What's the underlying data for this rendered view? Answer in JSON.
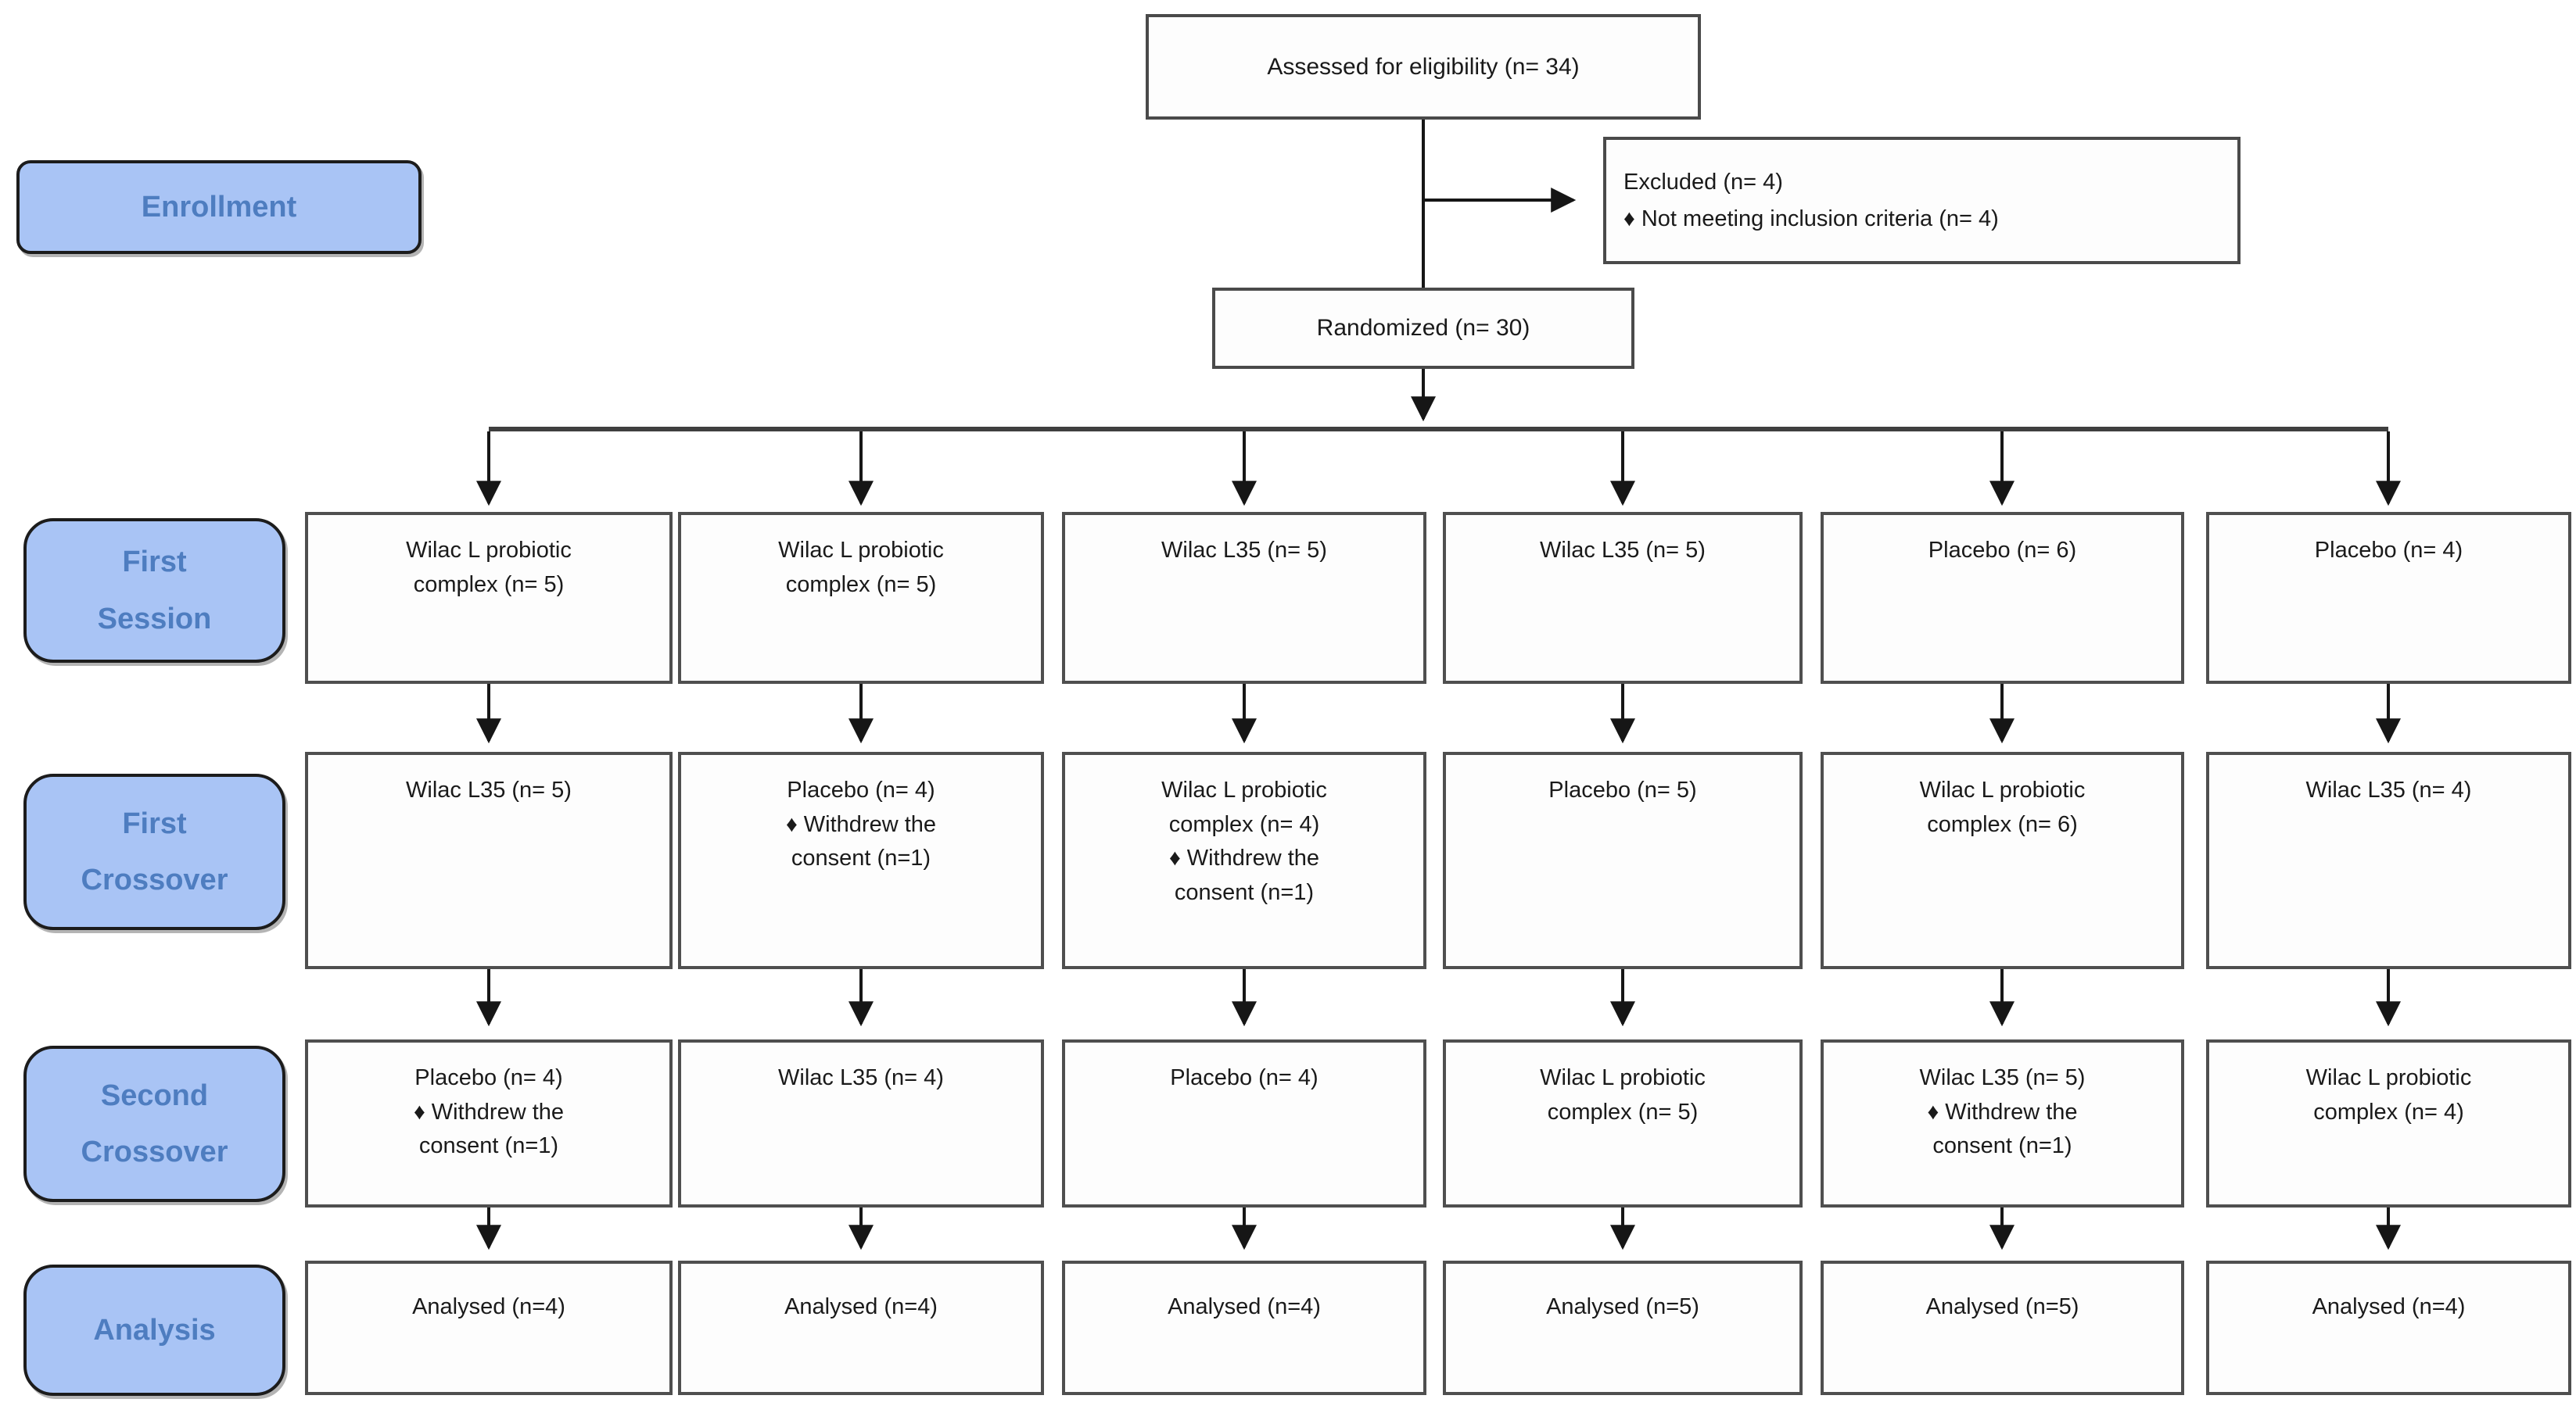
{
  "flow": {
    "assessed": "Assessed for eligibility (n= 34)",
    "excluded": {
      "title": "Excluded (n= 4)",
      "bullet": "♦  Not meeting inclusion criteria (n= 4)"
    },
    "randomized": "Randomized (n= 30)"
  },
  "stage_labels": {
    "enrollment": "Enrollment",
    "first_session": "First\nSession",
    "first_crossover": "First\nCrossover",
    "second_crossover": "Second\nCrossover",
    "analysis": "Analysis"
  },
  "rows": {
    "first_session": [
      {
        "main": "Wilac L probiotic complex (n= 5)",
        "bullet": ""
      },
      {
        "main": "Wilac L probiotic complex (n= 5)",
        "bullet": ""
      },
      {
        "main": "Wilac L35 (n= 5)",
        "bullet": ""
      },
      {
        "main": "Wilac L35 (n= 5)",
        "bullet": ""
      },
      {
        "main": "Placebo (n= 6)",
        "bullet": ""
      },
      {
        "main": "Placebo (n= 4)",
        "bullet": ""
      }
    ],
    "first_crossover": [
      {
        "main": "Wilac L35 (n= 5)",
        "bullet": ""
      },
      {
        "main": "Placebo (n= 4)",
        "bullet": "♦ Withdrew the consent (n=1)"
      },
      {
        "main": "Wilac L probiotic complex (n= 4)",
        "bullet": "♦ Withdrew the consent (n=1)"
      },
      {
        "main": "Placebo (n= 5)",
        "bullet": ""
      },
      {
        "main": "Wilac L probiotic complex (n= 6)",
        "bullet": ""
      },
      {
        "main": "Wilac L35 (n= 4)",
        "bullet": ""
      }
    ],
    "second_crossover": [
      {
        "main": "Placebo (n= 4)",
        "bullet": "♦ Withdrew the consent (n=1)"
      },
      {
        "main": "Wilac L35 (n= 4)",
        "bullet": ""
      },
      {
        "main": "Placebo (n= 4)",
        "bullet": ""
      },
      {
        "main": "Wilac L probiotic complex (n= 5)",
        "bullet": ""
      },
      {
        "main": "Wilac L35 (n= 5)",
        "bullet": "♦ Withdrew the consent (n=1)"
      },
      {
        "main": "Wilac L probiotic complex (n= 4)",
        "bullet": ""
      }
    ],
    "analysis": [
      {
        "main": "Analysed (n=4)"
      },
      {
        "main": "Analysed (n=4)"
      },
      {
        "main": "Analysed (n=4)"
      },
      {
        "main": "Analysed (n=5)"
      },
      {
        "main": "Analysed (n=5)"
      },
      {
        "main": "Analysed (n=4)"
      }
    ]
  },
  "colors": {
    "stage_label_bg": "#a9c4f5",
    "stage_label_text": "#4e7dc0",
    "box_background": "#fdfdfd",
    "box_border": "#4f4f4f",
    "connector": "#161616"
  }
}
